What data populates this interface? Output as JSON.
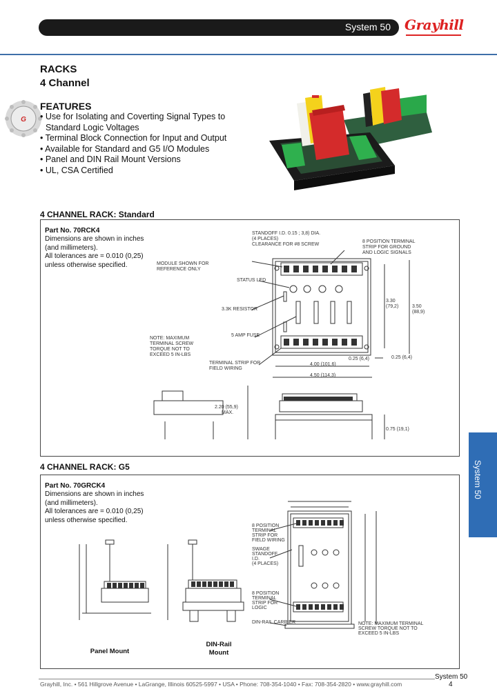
{
  "header": {
    "system_label": "System 50",
    "brand": "Grayhill",
    "brand_color": "#d22222",
    "accent_color": "#2f6db5"
  },
  "product": {
    "category": "RACKS",
    "subtitle": "4 Channel"
  },
  "features": {
    "heading": "FEATURES",
    "items": [
      "• Use for Isolating and Coverting Signal Types to",
      "  Standard Logic Voltages",
      "• Terminal Block Connection for Input and Output",
      "• Available for Standard and G5 I/O Modules",
      "• Panel and DIN Rail Mount Versions",
      "• UL, CSA Certified"
    ]
  },
  "section_standard": {
    "heading": "4 CHANNEL RACK: Standard",
    "part_no": "Part No. 70RCK4",
    "notes": [
      "Dimensions are shown in inches",
      "(and millimeters).",
      "All tolerances are = 0.010 (0,25)",
      "unless otherwise specified."
    ],
    "callouts": {
      "standoff": "STANDOFF I.D. 0.15 ; 3,8) DIA.",
      "standoff2": "(4 PLACES)",
      "standoff3": "CLEARANCE FOR #8 SCREW",
      "term8": "8 POSITION TERMINAL",
      "term8b": "STRIP FOR GROUND",
      "term8c": "AND LOGIC SIGNALS",
      "module": "MODULE SHOWN FOR",
      "module2": "REFERENCE ONLY",
      "status": "STATUS LED",
      "resistor": "3.3K RESISTOR",
      "fuse": "5 AMP FUSE",
      "torque": "NOTE: MAXIMUM",
      "torque2": "TERMINAL SCREW",
      "torque3": "TORQUE NOT TO",
      "torque4": "EXCEED 5 IN-LBS",
      "field": "TERMINAL STRIP FOR",
      "field2": "FIELD WIRING",
      "d330": "3.30",
      "d330mm": "(79,2)",
      "d350": "3.50",
      "d350mm": "(88,9)",
      "d025a": "0.25 (6,4)",
      "d025b": "0.25 (6,4)",
      "d400": "4.00 (101,6)",
      "d450": "4.50 (114,3)",
      "d220": "2.20 (55,9)",
      "max": "MAX.",
      "d075": "0.75 (19,1)"
    }
  },
  "section_g5": {
    "heading": "4 CHANNEL RACK: G5",
    "part_no": "Part No. 70GRCK4",
    "notes": [
      "Dimensions are shown in inches",
      "(and millimeters).",
      "All tolerances are = 0.010 (0,25)",
      "unless otherwise specified."
    ],
    "callouts": {
      "t8a": "8 POSITION",
      "t8b": "TERMINAL",
      "t8c": "STRIP FOR",
      "t8d": "FIELD WIRING",
      "sw": "SWAGE",
      "sw2": "STANDOFF",
      "sw3": "I.D.",
      "sw4": "(4 PLACES)",
      "l8a": "8 POSITION",
      "l8b": "TERMINAL",
      "l8c": "STRIP FOR",
      "l8d": "LOGIC",
      "din": "DIN-RAIL CARRIER",
      "torque": "NOTE: MAXIMUM TERMINAL",
      "torque2": "SCREW TORQUE NOT TO",
      "torque3": "EXCEED 5 IN-LBS"
    },
    "captions": {
      "panel": "Panel Mount",
      "din": "DIN-Rail",
      "din2": "Mount"
    }
  },
  "side_tab": "System 50",
  "footer": {
    "system": "System 50",
    "page": "4",
    "address": "Grayhill, Inc. • 561 Hillgrove Avenue • LaGrange, Illinois 60525-5997 • USA • Phone: 708-354-1040 • Fax: 708-354-2820 • www.grayhill.com"
  }
}
